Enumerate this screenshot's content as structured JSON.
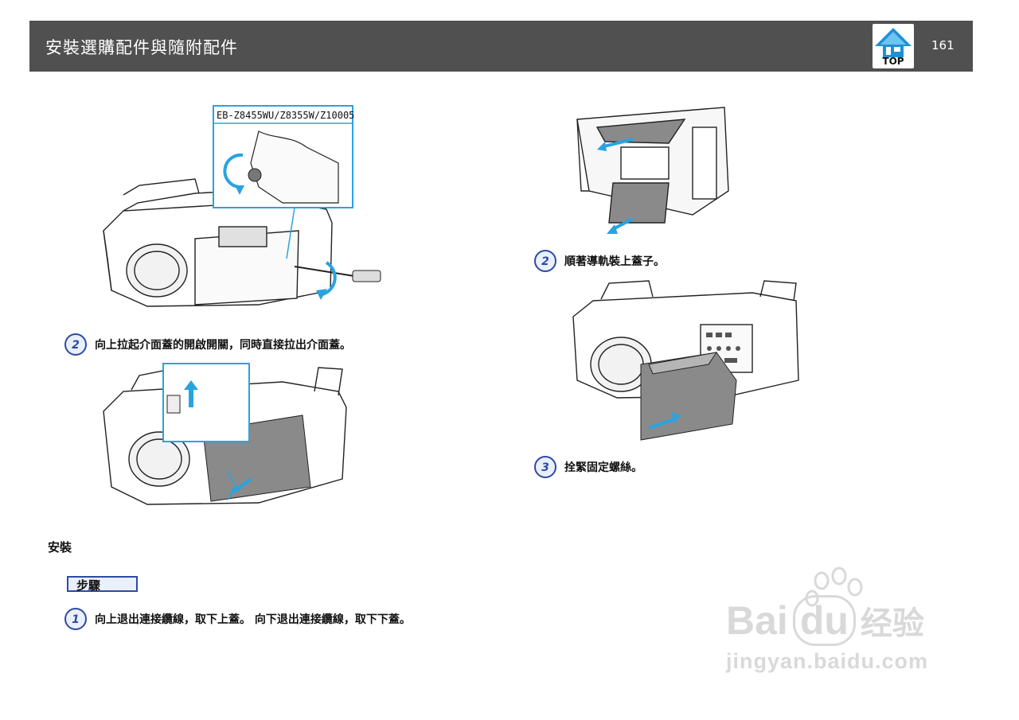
{
  "header": {
    "title": "安裝選購配件與隨附配件",
    "top_label": "TOP",
    "page_number": "161"
  },
  "figures": {
    "fig1_callout_label": "EB-Z8455WU/Z8355W/Z10005"
  },
  "steps_left": [
    {
      "number": "2",
      "text": "向上拉起介面蓋的開啟開關，同時直接拉出介面蓋。"
    }
  ],
  "install": {
    "heading": "安裝",
    "steps_box_label": "步驟",
    "step1": {
      "number": "1",
      "text": "向上退出連接纜線，取下上蓋。 向下退出連接纜線，取下下蓋。"
    }
  },
  "steps_right": [
    {
      "number": "2",
      "text": "順著導軌裝上蓋子。"
    },
    {
      "number": "3",
      "text": "拴緊固定螺絲。"
    }
  ],
  "watermark": {
    "brand_prefix": "Bai",
    "brand_middle": "du",
    "brand_suffix": "经验",
    "url": "jingyan.baidu.com"
  },
  "colors": {
    "header_bg": "#505050",
    "accent_blue": "#29a3e0",
    "badge_blue": "#2d4aa8"
  }
}
